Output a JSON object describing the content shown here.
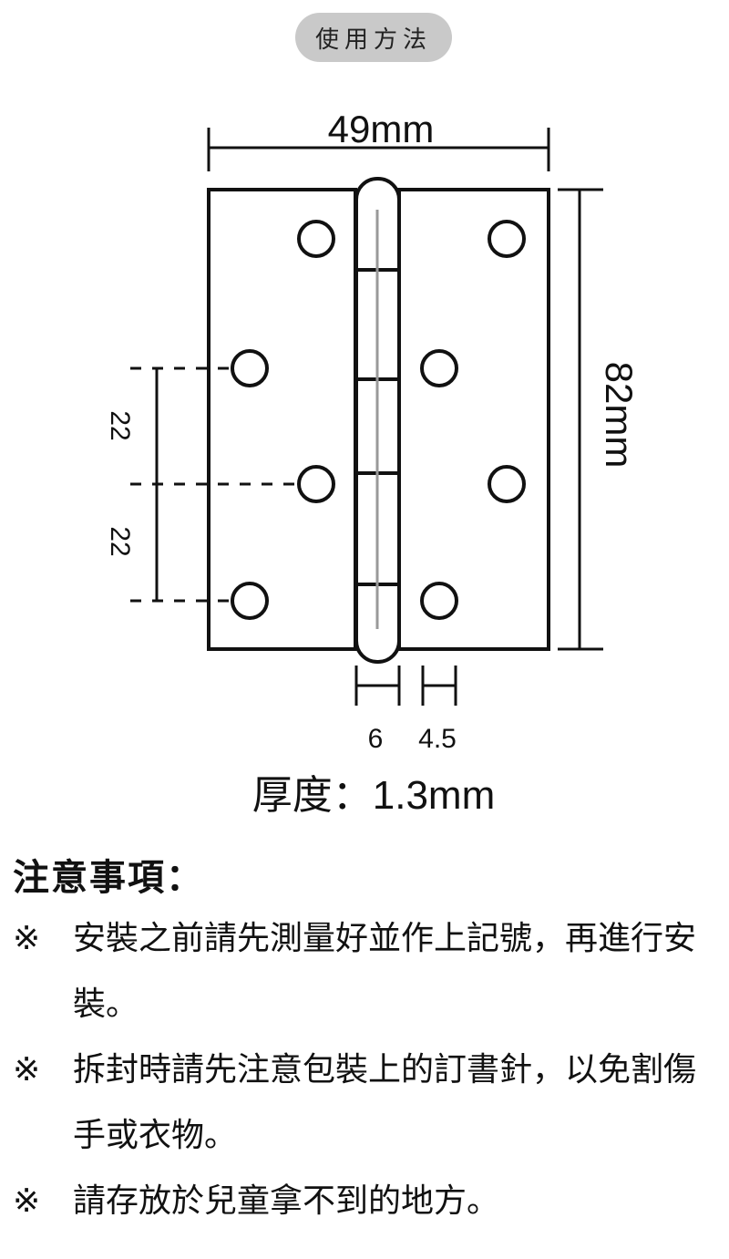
{
  "header": {
    "label": "使用方法"
  },
  "dimensions": {
    "width": "49mm",
    "height": "82mm",
    "spacing_upper": "22",
    "spacing_lower": "22",
    "knuckle_width": "6",
    "edge_gap": "4.5",
    "thickness": "厚度：1.3mm"
  },
  "notes": {
    "title": "注意事項：",
    "mark": "※",
    "items": [
      "安裝之前請先測量好並作上記號，再進行安裝。",
      "拆封時請先注意包裝上的訂書針，以免割傷手或衣物。",
      "請存放於兒童拿不到的地方。"
    ]
  }
}
